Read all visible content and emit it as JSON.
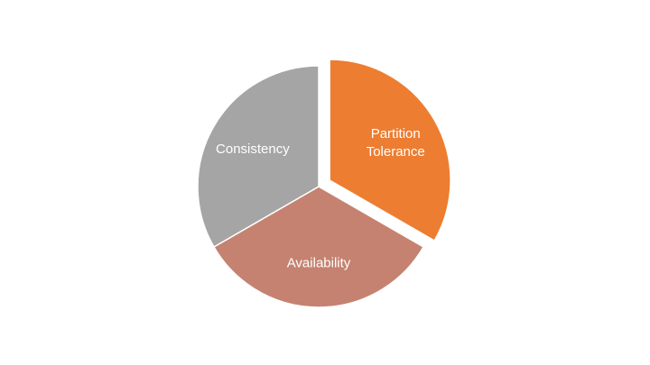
{
  "chart_data": {
    "type": "pie",
    "title": "",
    "slices": [
      {
        "id": "partition-tolerance",
        "label_lines": [
          "Partition",
          "Tolerance"
        ],
        "value": 1,
        "color": "#ED7D31",
        "exploded": true
      },
      {
        "id": "availability",
        "label_lines": [
          "Availability"
        ],
        "value": 1,
        "color": "#C58270",
        "exploded": false
      },
      {
        "id": "consistency",
        "label_lines": [
          "Consistency"
        ],
        "value": 1,
        "color": "#A5A5A5",
        "exploded": false
      }
    ],
    "legend": "none",
    "data_labels": "inside"
  }
}
